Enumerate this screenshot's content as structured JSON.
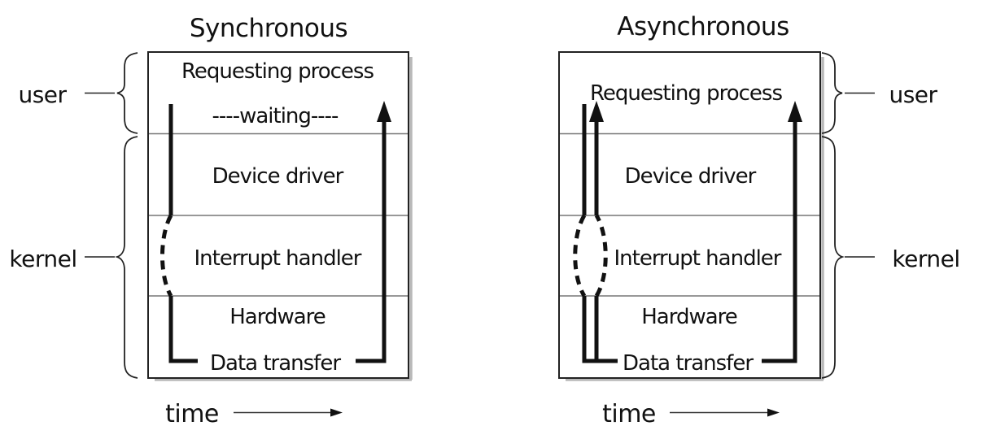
{
  "figure": {
    "synchronous": {
      "title": "Synchronous",
      "layers": {
        "requesting_process": "Requesting process",
        "waiting": "----waiting----",
        "device_driver": "Device driver",
        "interrupt_handler": "Interrupt handler",
        "hardware": "Hardware",
        "data_transfer": "Data transfer"
      },
      "side_labels": {
        "user": "user",
        "kernel": "kernel"
      },
      "time_label": "time"
    },
    "asynchronous": {
      "title": "Asynchronous",
      "layers": {
        "requesting_process": "Requesting process",
        "device_driver": "Device driver",
        "interrupt_handler": "Interrupt handler",
        "hardware": "Hardware",
        "data_transfer": "Data transfer"
      },
      "side_labels": {
        "user": "user",
        "kernel": "kernel"
      },
      "time_label": "time"
    },
    "colors": {
      "line": "#111111",
      "box_border": "#222222",
      "row_separator": "#777777",
      "shadow": "#b8b8b8",
      "background": "#ffffff",
      "text": "#111111"
    }
  }
}
